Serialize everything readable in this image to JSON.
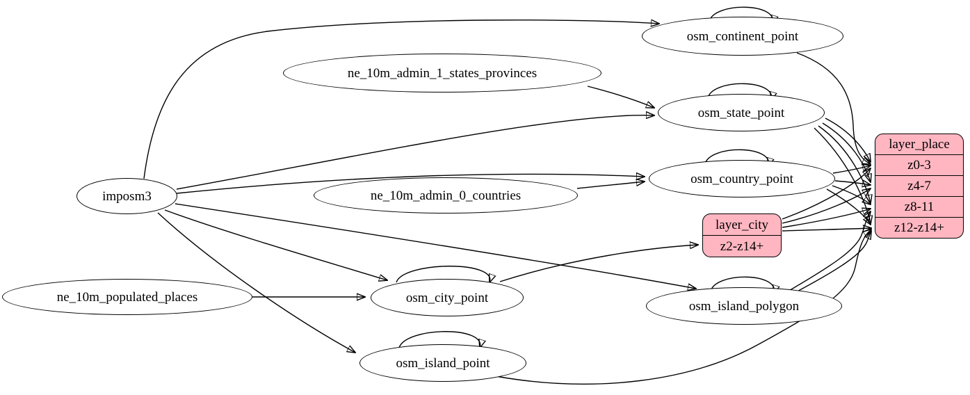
{
  "diagram": {
    "kind": "graphviz-etl-diagram",
    "colors": {
      "background": "#ffffff",
      "table_fill": "#ffffff",
      "layer_fill": "#ffb6c1",
      "stroke": "#000000"
    },
    "nodes": {
      "imposm3": {
        "label": "imposm3"
      },
      "ne_10m_admin_1_states_provinces": {
        "label": "ne_10m_admin_1_states_provinces"
      },
      "ne_10m_admin_0_countries": {
        "label": "ne_10m_admin_0_countries"
      },
      "ne_10m_populated_places": {
        "label": "ne_10m_populated_places"
      },
      "osm_continent_point": {
        "label": "osm_continent_point"
      },
      "osm_state_point": {
        "label": "osm_state_point"
      },
      "osm_country_point": {
        "label": "osm_country_point"
      },
      "osm_city_point": {
        "label": "osm_city_point"
      },
      "osm_island_polygon": {
        "label": "osm_island_polygon"
      },
      "osm_island_point": {
        "label": "osm_island_point"
      },
      "layer_city": {
        "title": "layer_city",
        "rows": [
          "z2-z14+"
        ]
      },
      "layer_place": {
        "title": "layer_place",
        "rows": [
          "z0-3",
          "z4-7",
          "z8-11",
          "z12-z14+"
        ]
      }
    },
    "edges": [
      {
        "from": "imposm3",
        "to": "osm_continent_point"
      },
      {
        "from": "imposm3",
        "to": "osm_state_point"
      },
      {
        "from": "imposm3",
        "to": "osm_country_point"
      },
      {
        "from": "imposm3",
        "to": "osm_city_point"
      },
      {
        "from": "imposm3",
        "to": "osm_island_polygon"
      },
      {
        "from": "imposm3",
        "to": "osm_island_point"
      },
      {
        "from": "ne_10m_admin_1_states_provinces",
        "to": "osm_state_point"
      },
      {
        "from": "ne_10m_admin_0_countries",
        "to": "osm_country_point"
      },
      {
        "from": "ne_10m_populated_places",
        "to": "osm_city_point"
      },
      {
        "from": "osm_continent_point",
        "to": "osm_continent_point",
        "self_loop": true
      },
      {
        "from": "osm_state_point",
        "to": "osm_state_point",
        "self_loop": true
      },
      {
        "from": "osm_country_point",
        "to": "osm_country_point",
        "self_loop": true
      },
      {
        "from": "osm_city_point",
        "to": "osm_city_point",
        "self_loop": true
      },
      {
        "from": "osm_island_polygon",
        "to": "osm_island_polygon",
        "self_loop": true
      },
      {
        "from": "osm_island_point",
        "to": "osm_island_point",
        "self_loop": true
      },
      {
        "from": "osm_continent_point",
        "to": "layer_place",
        "row": "z0-3"
      },
      {
        "from": "osm_state_point",
        "to": "layer_place",
        "row": "z0-3"
      },
      {
        "from": "osm_state_point",
        "to": "layer_place",
        "row": "z4-7"
      },
      {
        "from": "osm_state_point",
        "to": "layer_place",
        "row": "z8-11"
      },
      {
        "from": "osm_state_point",
        "to": "layer_place",
        "row": "z12-z14+"
      },
      {
        "from": "osm_country_point",
        "to": "layer_place",
        "row": "z0-3"
      },
      {
        "from": "osm_country_point",
        "to": "layer_place",
        "row": "z4-7"
      },
      {
        "from": "osm_country_point",
        "to": "layer_place",
        "row": "z8-11"
      },
      {
        "from": "osm_country_point",
        "to": "layer_place",
        "row": "z12-z14+"
      },
      {
        "from": "osm_city_point",
        "to": "layer_city",
        "row": "z2-z14+"
      },
      {
        "from": "layer_city",
        "to": "layer_place",
        "row": "z0-3"
      },
      {
        "from": "layer_city",
        "to": "layer_place",
        "row": "z4-7"
      },
      {
        "from": "layer_city",
        "to": "layer_place",
        "row": "z8-11"
      },
      {
        "from": "layer_city",
        "to": "layer_place",
        "row": "z12-z14+"
      },
      {
        "from": "osm_island_polygon",
        "to": "layer_place",
        "row": "z8-11"
      },
      {
        "from": "osm_island_polygon",
        "to": "layer_place",
        "row": "z12-z14+"
      },
      {
        "from": "osm_island_point",
        "to": "layer_place",
        "row": "z12-z14+"
      }
    ]
  }
}
